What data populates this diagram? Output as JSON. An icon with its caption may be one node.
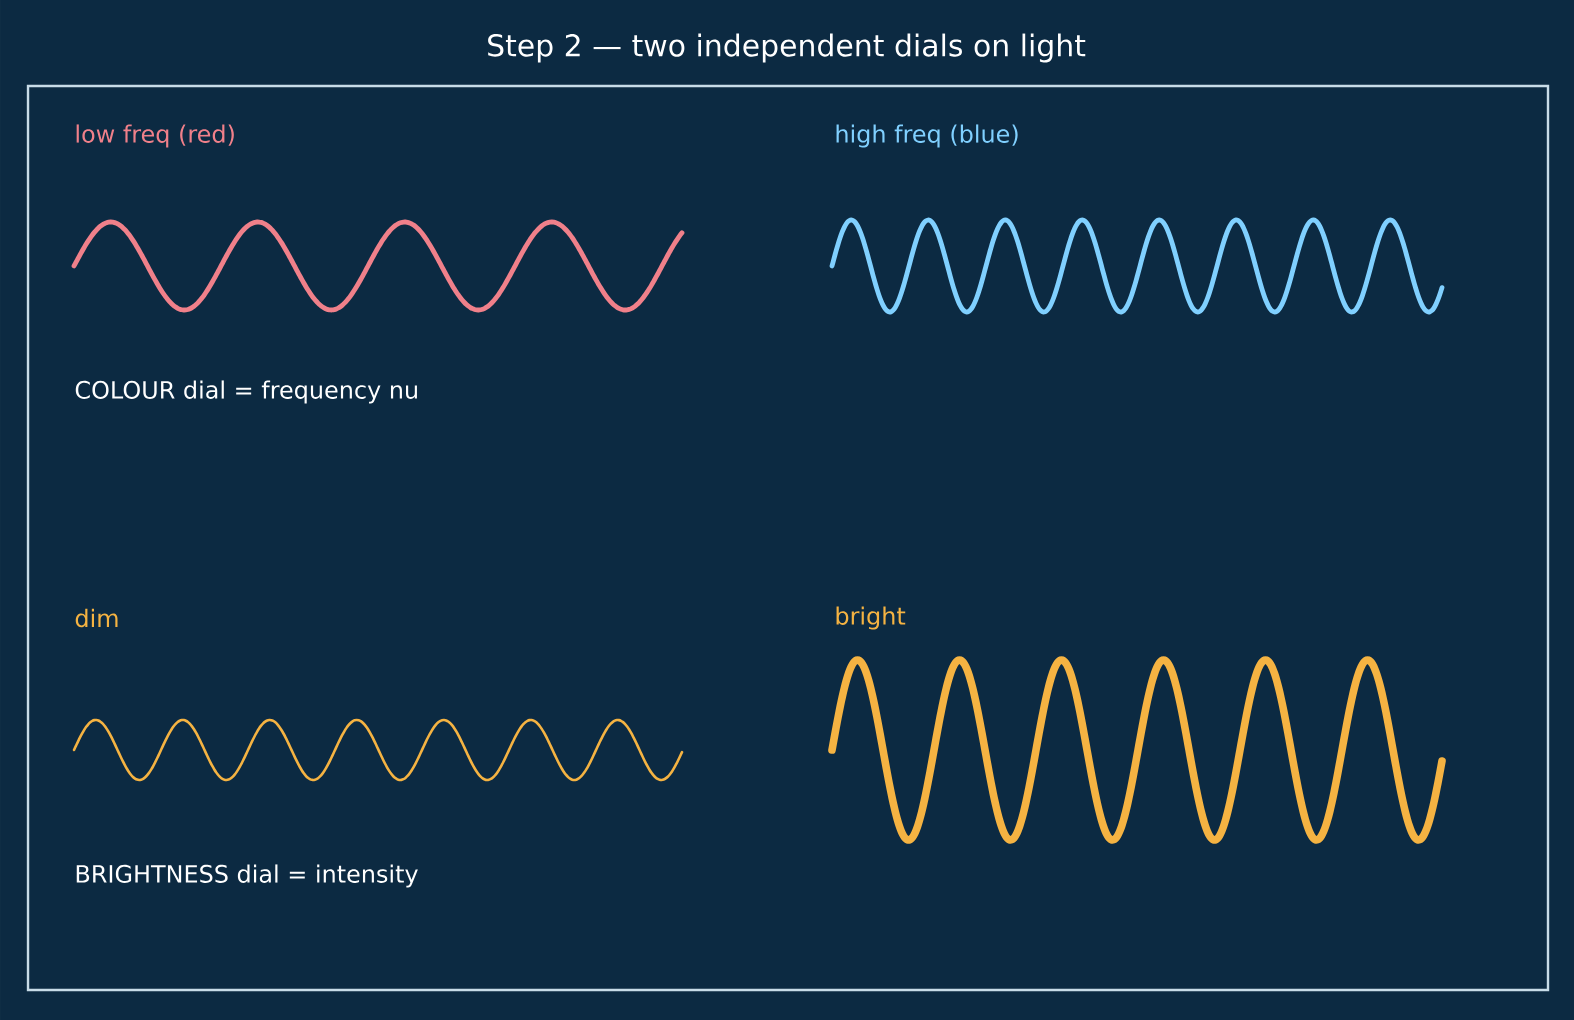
{
  "diagram": {
    "title": "Step 2 — two independent dials on light",
    "labels": [
      "low freq (red)",
      "high freq (blue)",
      "COLOUR dial = frequency nu",
      "dim",
      "bright",
      "BRIGHTNESS dial = intensity"
    ]
  }
}
